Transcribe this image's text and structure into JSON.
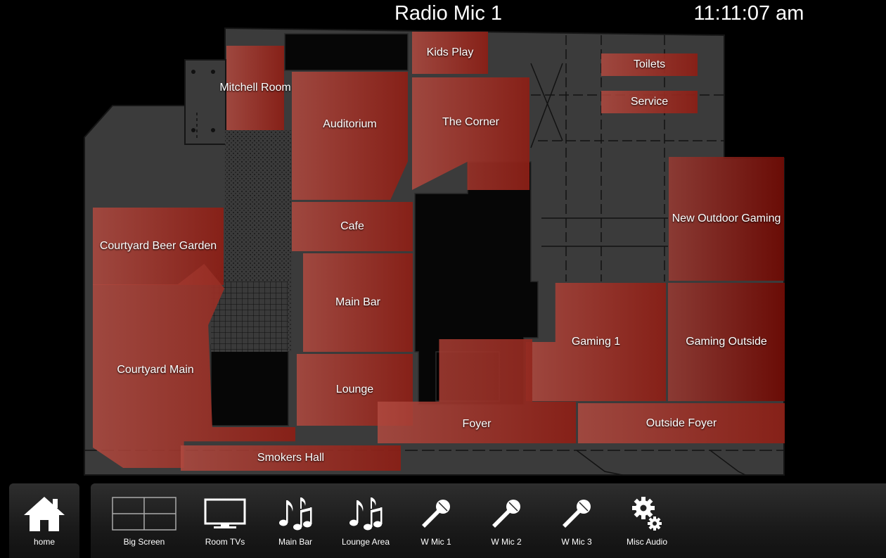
{
  "header": {
    "title": "Radio Mic 1",
    "clock": "11:11:07 am"
  },
  "colors": {
    "room_fill": "#a3352c",
    "map_gray": "#3b3b3b",
    "map_line": "#111111"
  },
  "rooms": {
    "kids_play": "Kids Play",
    "toilets": "Toilets",
    "service": "Service",
    "mitchell_room": "Mitchell Room",
    "auditorium": "Auditorium",
    "the_corner": "The Corner",
    "new_outdoor_gaming": "New Outdoor Gaming",
    "cafe": "Cafe",
    "courtyard_beer_garden": "Courtyard Beer Garden",
    "main_bar": "Main Bar",
    "gaming_1": "Gaming 1",
    "gaming_outside": "Gaming Outside",
    "courtyard_main": "Courtyard Main",
    "lounge": "Lounge",
    "foyer": "Foyer",
    "outside_foyer": "Outside Foyer",
    "smokers_hall": "Smokers Hall"
  },
  "dock": {
    "home": {
      "label": "home",
      "icon": "home-icon"
    },
    "items": [
      {
        "label": "Big Screen",
        "icon": "big-screen-icon"
      },
      {
        "label": "Room TVs",
        "icon": "tv-icon"
      },
      {
        "label": "Main Bar",
        "icon": "music-notes-icon"
      },
      {
        "label": "Lounge Area",
        "icon": "music-notes-icon"
      },
      {
        "label": "W Mic 1",
        "icon": "microphone-icon"
      },
      {
        "label": "W Mic 2",
        "icon": "microphone-icon"
      },
      {
        "label": "W Mic 3",
        "icon": "microphone-icon"
      },
      {
        "label": "Misc Audio",
        "icon": "gears-icon"
      }
    ]
  }
}
